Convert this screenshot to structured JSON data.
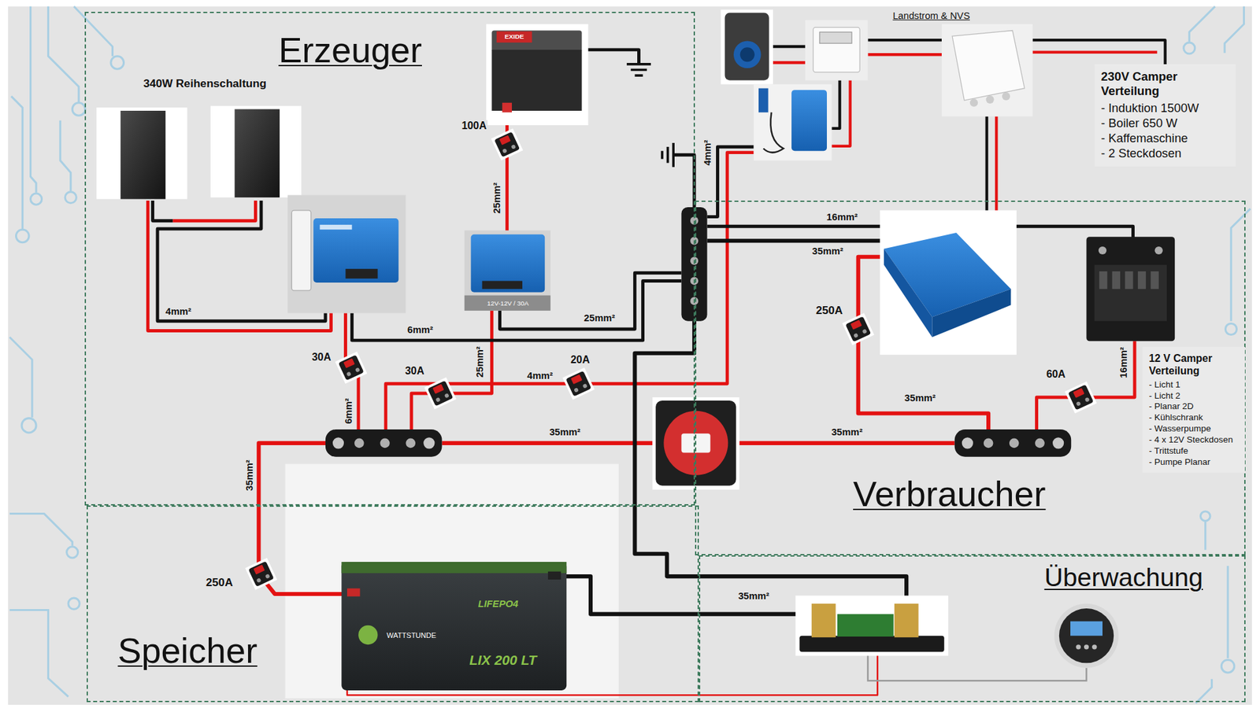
{
  "diagram": {
    "nodes": [
      {
        "text": [
          "Erzeuger"
        ]
      },
      {
        "text": [
          "230V Camper Verteilung",
          "- Induktion 1500W",
          "- Boiler 650 W",
          "- Kaffemaschine",
          "- 2 Steckdosen"
        ]
      },
      {
        "text": [
          "Verbraucher"
        ]
      },
      {
        "text": [
          "12 V Camper Verteilung",
          "- Licht 1",
          "- Licht 2",
          "- Planar 2D",
          "- Kühlschrank",
          "- Wasserpumpe",
          "- 4 x 12V Steckdosen",
          "- Trittstufe",
          "- Pumpe Planar"
        ],
        "in": 2
      },
      {
        "text": [
          "Speicher"
        ]
      },
      {
        "text": [
          "Überwachung"
        ]
      }
    ],
    "labels": [
      "340W Reihenschaltung",
      "Landstrom & NVS",
      "100A",
      "25mm²",
      "4mm²",
      "16mm²",
      "35mm²",
      "250A",
      "4mm²",
      "6mm²",
      "25mm²",
      "30A",
      "30A",
      "25mm²",
      "4mm²",
      "20A",
      "6mm²",
      "35mm²",
      "35mm²",
      "35mm²",
      "60A",
      "16mm²",
      "35mm²",
      "250A",
      "35mm²",
      "EXIDE",
      "12V-12V / 30A",
      "WATTSTUNDE",
      "LIFEPO4",
      "LIX 200 LT"
    ]
  }
}
